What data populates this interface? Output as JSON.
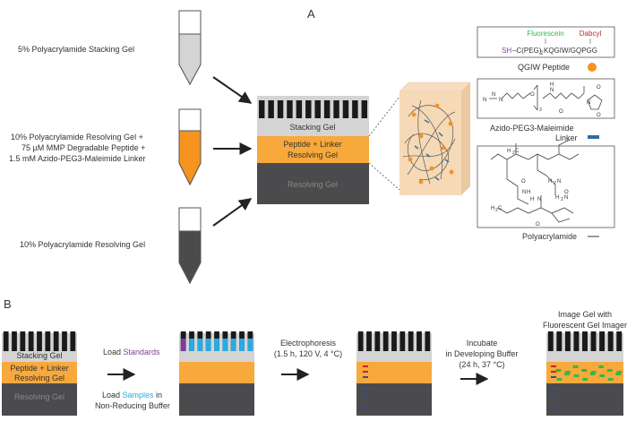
{
  "panel_a": {
    "label": "A",
    "tube_top_label": "5% Polyacrylamide Stacking Gel",
    "tube_mid_label": [
      "10% Polyacrylamide Resolving Gel +",
      "75 µM MMP Degradable Peptide  +",
      "1.5 mM Azido-PEG3-Maleimide Linker"
    ],
    "tube_bot_label": "10% Polyacrylamide Resolving Gel",
    "gel": {
      "stacking": "Stacking Gel",
      "peptide": [
        "Peptide + Linker",
        "Resolving Gel"
      ],
      "resolving": "Resolving Gel"
    },
    "peptide_box": {
      "fluorescein": "Fluorescein",
      "dabcyl": "Dabcyl",
      "sh": "SH",
      "sequence": "–C(PEG)",
      "sequence_sub": "2",
      "sequence_rest": "KQGIW/GQPGG",
      "caption": "QGIW Peptide"
    },
    "linker_box": {
      "caption": [
        "Azido-PEG3-Maleimide",
        "Linker"
      ],
      "subscript": "3",
      "atoms": [
        "N",
        "N",
        "N",
        "O",
        "N",
        "H",
        "O",
        "N",
        "O",
        "O"
      ]
    },
    "polymer_box": {
      "caption": "Polyacrylamide",
      "atoms": [
        "H",
        "2",
        "C",
        "O",
        "H",
        "2",
        "N",
        "H",
        "N",
        "H",
        "N",
        "O",
        "H",
        "2",
        "N",
        "O",
        "H",
        "2",
        "C"
      ]
    }
  },
  "panel_b": {
    "label": "B",
    "gel": {
      "stacking": "Stacking Gel",
      "peptide": [
        "Peptide + Linker",
        "Resolving Gel"
      ],
      "resolving": "Resolving Gel"
    },
    "step1_load": "Load ",
    "step1_standards": "Standards",
    "step1_samples_prefix": "Load ",
    "step1_samples": "Samples",
    "step1_samples_suffix": " in",
    "step1_buffer": "Non-Reducing Buffer",
    "step2": [
      "Electrophoresis",
      "(1.5 h, 120 V, 4 °C)"
    ],
    "step3": [
      "Incubate",
      "in Developing Buffer",
      "(24 h, 37 °C)"
    ],
    "step4": [
      "Image Gel with",
      "Fluorescent Gel Imager"
    ]
  },
  "colors": {
    "orange": "#f7a93c",
    "tube_orange": "#f6921e",
    "dark": "#4b4b4d",
    "stack": "#d4d4d4",
    "purple": "#7b3f99",
    "blue": "#29abe2",
    "green": "#3ab54a",
    "red": "#c1272d",
    "navy": "#3a4a9a",
    "linker": "#2e6da4"
  }
}
